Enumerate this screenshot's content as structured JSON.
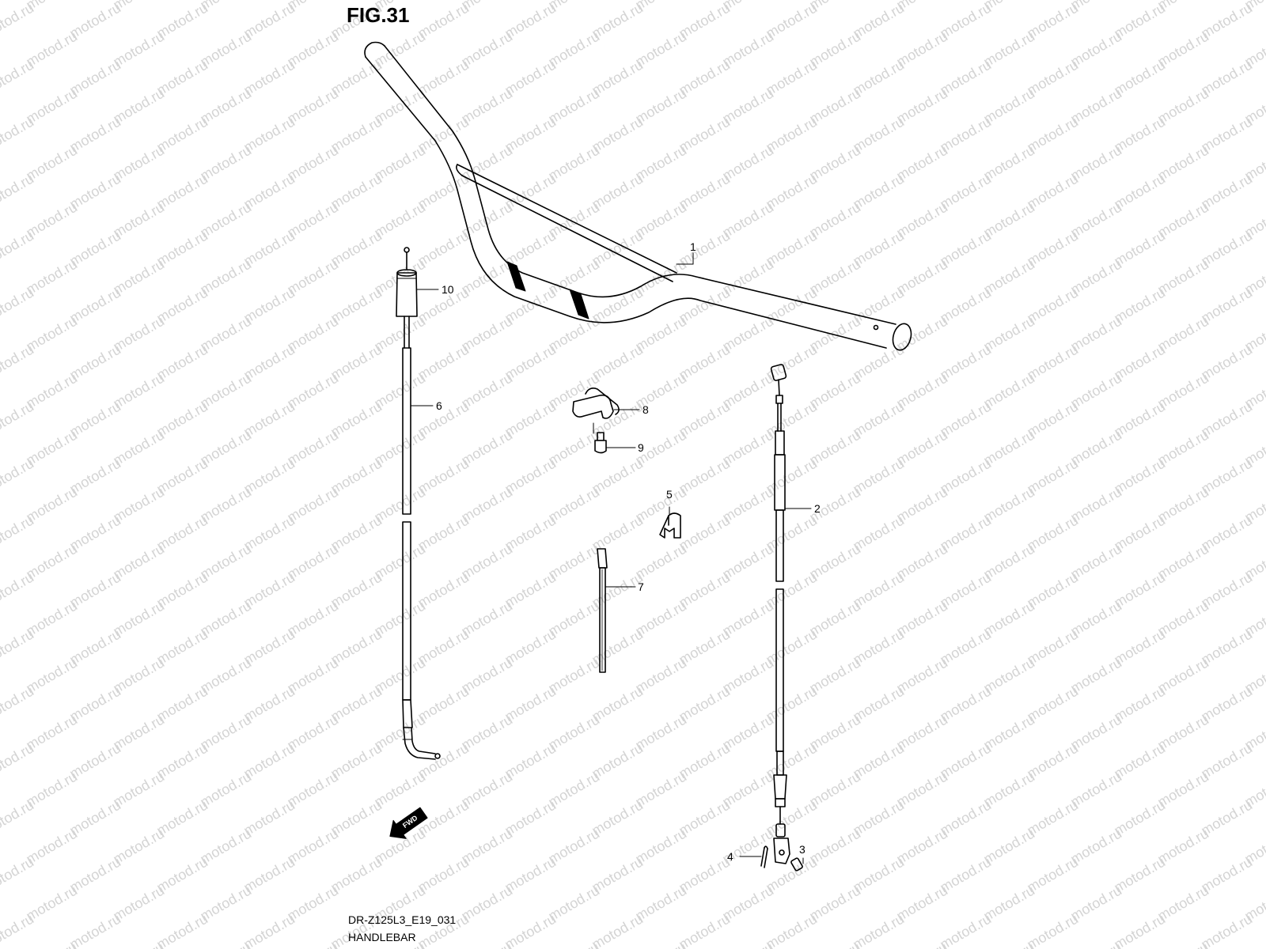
{
  "figure": {
    "title": "FIG.31",
    "code": "DR-Z125L3_E19_031",
    "name": "HANDLEBAR"
  },
  "watermark": {
    "text": "motod.ru",
    "color": "#d4d4d4"
  },
  "fwd_badge": {
    "text": "FWD"
  },
  "callouts": [
    {
      "id": "1",
      "label": "1"
    },
    {
      "id": "2",
      "label": "2"
    },
    {
      "id": "3",
      "label": "3"
    },
    {
      "id": "4",
      "label": "4"
    },
    {
      "id": "5",
      "label": "5"
    },
    {
      "id": "6",
      "label": "6"
    },
    {
      "id": "7",
      "label": "7"
    },
    {
      "id": "8",
      "label": "8"
    },
    {
      "id": "9",
      "label": "9"
    },
    {
      "id": "10",
      "label": "10"
    }
  ]
}
